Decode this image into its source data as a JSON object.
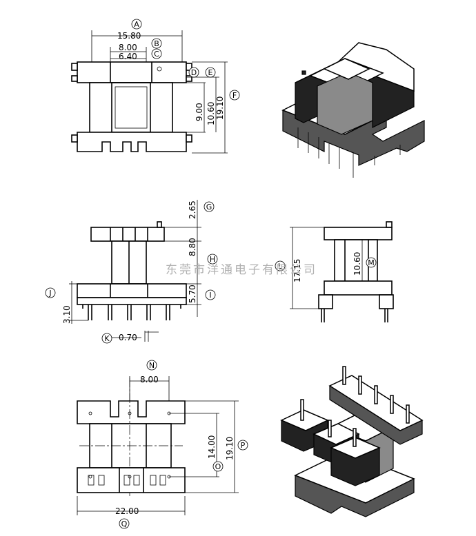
{
  "dimensions": {
    "top_view": {
      "width": "15.80",
      "inner_a": "8.00",
      "inner_b": "6.40",
      "window": "9.00",
      "inner_h": "10.60",
      "total_h": "19.10"
    },
    "front_view": {
      "top_flange": "2.65",
      "height_main": "8.80",
      "bottom": "5.70",
      "pin_len": "3.10",
      "pin_w": "0.70"
    },
    "side_view": {
      "total_h": "17.15",
      "inner_h": "10.60"
    },
    "bottom_view": {
      "pitch": "8.00",
      "span": "14.00",
      "height": "19.10",
      "width": "22.00"
    }
  },
  "labels": [
    "A",
    "B",
    "C",
    "D",
    "E",
    "F",
    "G",
    "H",
    "I",
    "J",
    "K",
    "L",
    "M",
    "N",
    "O",
    "P",
    "Q"
  ],
  "watermark": "东莞市洋通电子有限公司",
  "colors": {
    "line": "#000000",
    "background": "#ffffff",
    "watermark": "#b0b0b0",
    "shade_dark": "#222222",
    "shade_mid": "#555555",
    "shade_light": "#8a8a8a"
  }
}
